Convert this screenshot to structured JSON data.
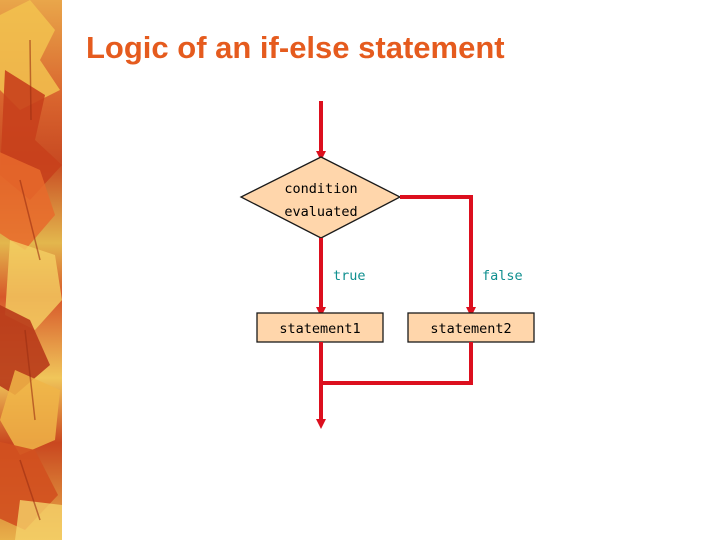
{
  "title": "Logic of an if-else statement",
  "colors": {
    "title": "#e55b1e",
    "line": "#dc0f1e",
    "decision_fill": "#ffd6ab",
    "process_fill": "#ffd6ab",
    "branch_label": "#0f8f8f"
  },
  "flowchart": {
    "decision": {
      "line1": "condition",
      "line2": "evaluated"
    },
    "true_label": "true",
    "false_label": "false",
    "true_statement": "statement1",
    "false_statement": "statement2"
  }
}
